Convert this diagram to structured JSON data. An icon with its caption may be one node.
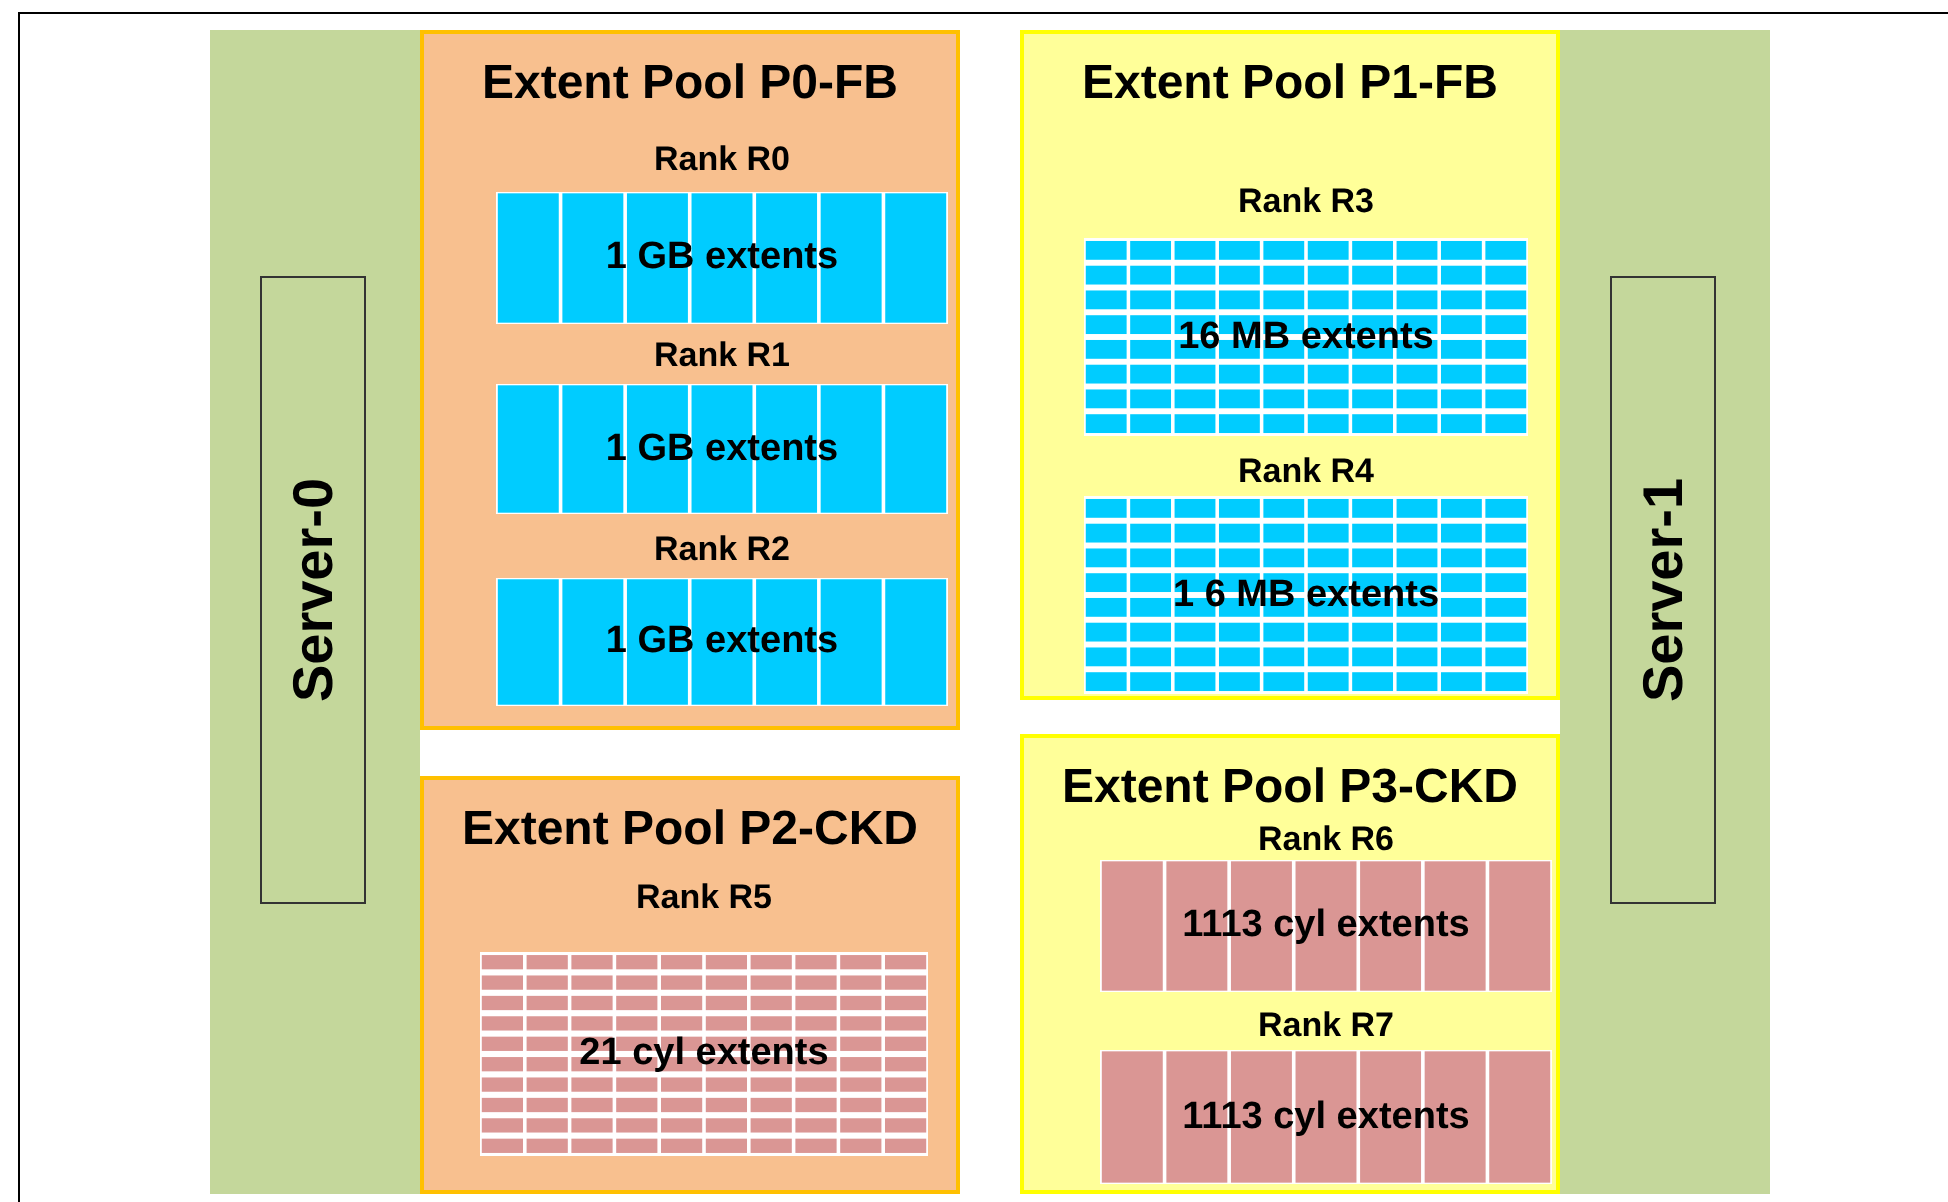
{
  "diagram": {
    "nodes": [
      {
        "text": [
          "Server-0"
        ]
      },
      {
        "text": [
          "Extent Pool P0-FB"
        ]
      },
      {
        "text": [
          "Rank R0",
          "1 GB extents"
        ],
        "in": 1
      },
      {
        "text": [
          "Rank R1",
          "1 GB extents"
        ],
        "in": 1
      },
      {
        "text": [
          "Rank R2",
          "1 GB extents"
        ],
        "in": 1
      },
      {
        "text": [
          "Extent Pool P1-FB"
        ]
      },
      {
        "text": [
          "Rank R3",
          "16 MB extents"
        ],
        "in": 5
      },
      {
        "text": [
          "Rank R4",
          "1 6 MB extents"
        ],
        "in": 5
      },
      {
        "text": [
          "Extent Pool P2-CKD"
        ]
      },
      {
        "text": [
          "Rank R5",
          "21 cyl extents"
        ],
        "in": 8
      },
      {
        "text": [
          "Extent Pool P3-CKD"
        ]
      },
      {
        "text": [
          "Rank R6",
          "1113 cyl extents"
        ],
        "in": 10
      },
      {
        "text": [
          "Rank R7",
          "1113 cyl extents"
        ],
        "in": 10
      },
      {
        "text": [
          "Server-1"
        ]
      }
    ]
  }
}
